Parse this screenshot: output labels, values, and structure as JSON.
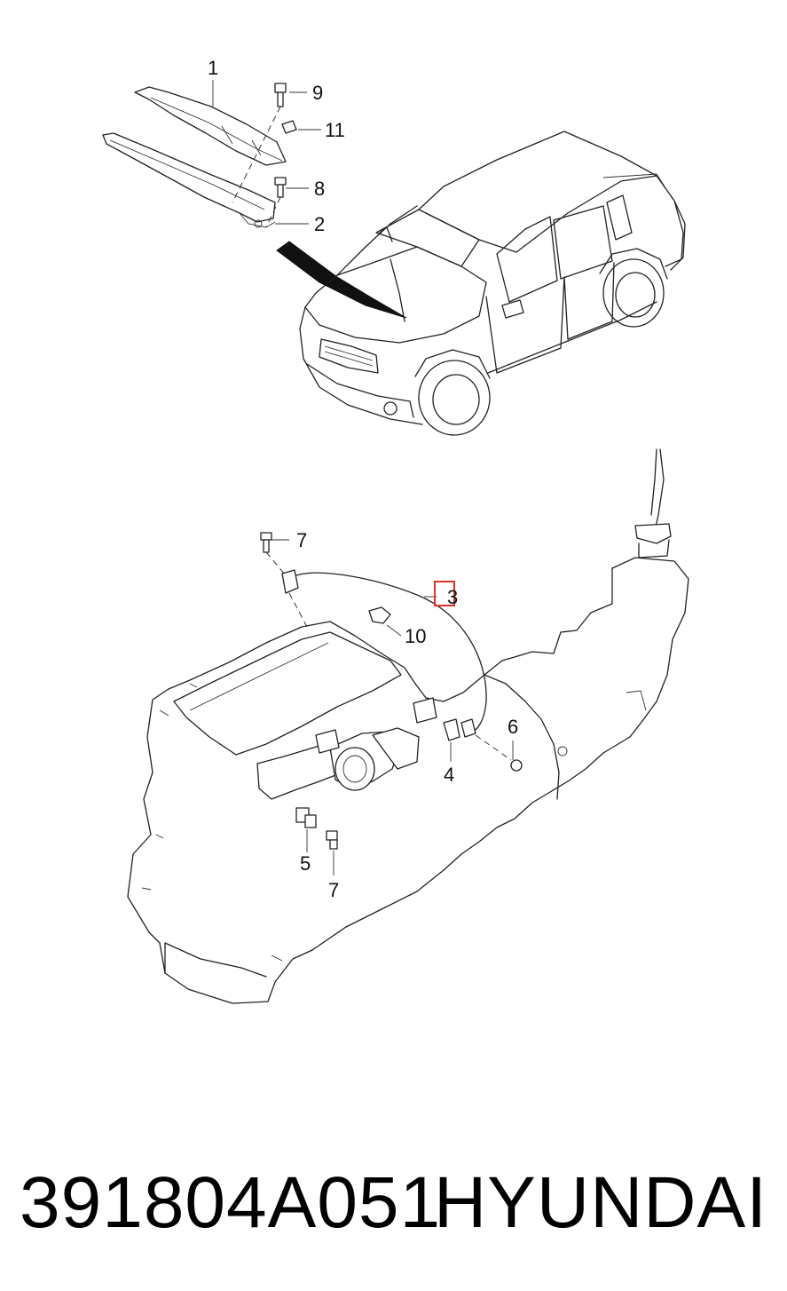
{
  "callouts": {
    "c1": "1",
    "c9": "9",
    "c11": "11",
    "c8": "8",
    "c2": "2",
    "c7a": "7",
    "c3": "3",
    "c10": "10",
    "c6": "6",
    "c4": "4",
    "c5": "5",
    "c7b": "7"
  },
  "footer": {
    "part_number": "391804A051",
    "brand": "HYUNDAI"
  },
  "highlight_color": "#e0312b"
}
